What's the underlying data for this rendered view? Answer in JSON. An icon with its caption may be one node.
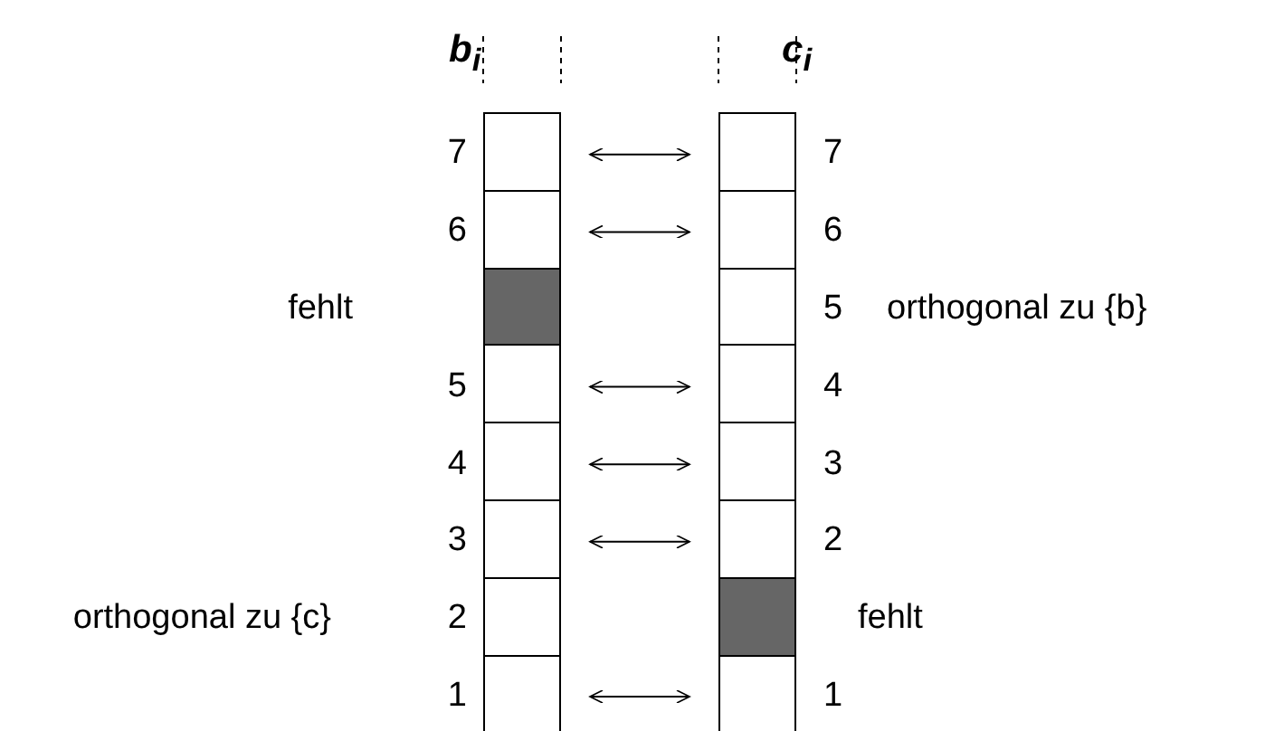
{
  "diagram": {
    "nodes": [
      {
        "text": [],
        "shape": "box",
        "beside": [
          "7"
        ]
      },
      {
        "text": [],
        "shape": "box",
        "beside": [
          "6"
        ]
      },
      {
        "text": [],
        "shape": "box",
        "beside": [
          "fehlt"
        ]
      },
      {
        "text": [],
        "shape": "box",
        "beside": [
          "5"
        ]
      },
      {
        "text": [],
        "shape": "box",
        "beside": [
          "4"
        ]
      },
      {
        "text": [],
        "shape": "box",
        "beside": [
          "3"
        ]
      },
      {
        "text": [],
        "shape": "box",
        "beside": [
          "orthogonal zu {c}",
          "2"
        ]
      },
      {
        "text": [],
        "shape": "box",
        "beside": [
          "1"
        ]
      },
      {
        "text": [],
        "shape": "box",
        "beside": [
          "7"
        ]
      },
      {
        "text": [],
        "shape": "box",
        "beside": [
          "6"
        ]
      },
      {
        "text": [],
        "shape": "box",
        "beside": [
          "5",
          "orthogonal zu {b}"
        ]
      },
      {
        "text": [],
        "shape": "box",
        "beside": [
          "4"
        ]
      },
      {
        "text": [],
        "shape": "box",
        "beside": [
          "3"
        ]
      },
      {
        "text": [],
        "shape": "box",
        "beside": [
          "2"
        ]
      },
      {
        "text": [],
        "shape": "box",
        "beside": [
          "fehlt"
        ]
      },
      {
        "text": [],
        "shape": "box",
        "beside": [
          "1"
        ]
      }
    ],
    "edges": [
      {
        "from": 0,
        "to": 8,
        "arrow": "both"
      },
      {
        "from": 1,
        "to": 9,
        "arrow": "both"
      },
      {
        "from": 3,
        "to": 11,
        "arrow": "both"
      },
      {
        "from": 4,
        "to": 12,
        "arrow": "both"
      },
      {
        "from": 5,
        "to": 13,
        "arrow": "both"
      },
      {
        "from": 7,
        "to": 15,
        "arrow": "both"
      }
    ],
    "labels": [
      "b$_{i}$",
      "c$_{i}$"
    ]
  }
}
